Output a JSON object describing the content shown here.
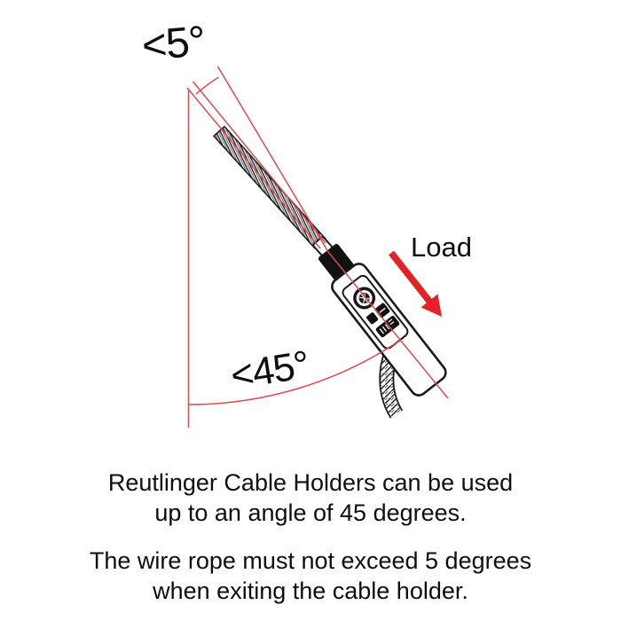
{
  "diagram": {
    "labels": {
      "angle_small": "<5°",
      "angle_large": "<45°",
      "load": "Load"
    },
    "angles": {
      "max_holder_angle_deg": 45,
      "max_rope_exit_angle_deg": 5
    },
    "colors": {
      "construction_line": "#dd4a50",
      "load_arrow": "#e32228",
      "device_ink": "#1a1a1a",
      "background": "#ffffff"
    },
    "icons": [
      "wire-rope-icon",
      "cable-holder-icon",
      "brand-logo-icon",
      "load-arrow-icon"
    ]
  },
  "caption": {
    "para1": {
      "line1": "Reutlinger Cable Holders can be used",
      "line2": "up to an angle of 45 degrees."
    },
    "para2": {
      "line1": "The wire rope must not exceed 5 degrees",
      "line2": "when exiting the cable holder."
    }
  }
}
